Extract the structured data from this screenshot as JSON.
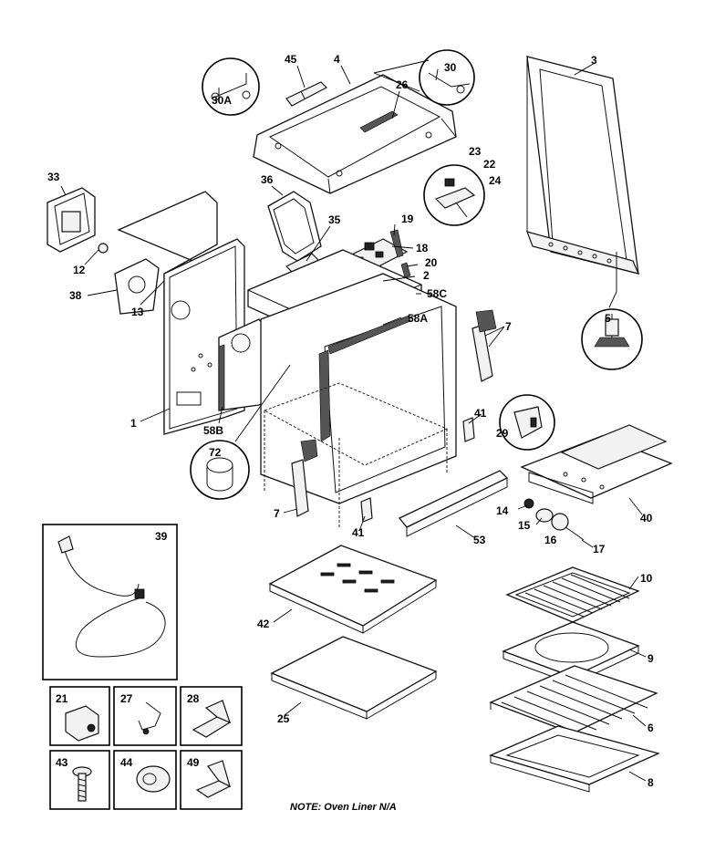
{
  "labels": {
    "p1": "1",
    "p2": "2",
    "p3": "3",
    "p4": "4",
    "p5": "5",
    "p6": "6",
    "p7a": "7",
    "p7b": "7",
    "p8": "8",
    "p9": "9",
    "p10": "10",
    "p12": "12",
    "p13": "13",
    "p14": "14",
    "p15": "15",
    "p16": "16",
    "p17": "17",
    "p18": "18",
    "p19": "19",
    "p20": "20",
    "p21": "21",
    "p22": "22",
    "p23": "23",
    "p24": "24",
    "p25": "25",
    "p26": "26",
    "p27": "27",
    "p28": "28",
    "p29": "29",
    "p30": "30",
    "p30a": "30A",
    "p33": "33",
    "p35": "35",
    "p36": "36",
    "p38": "38",
    "p39": "39",
    "p40": "40",
    "p41a": "41",
    "p41b": "41",
    "p42": "42",
    "p43": "43",
    "p44": "44",
    "p45": "45",
    "p49": "49",
    "p53": "53",
    "p58a": "58A",
    "p58b": "58B",
    "p58c": "58C",
    "p72": "72"
  },
  "note": "NOTE: Oven Liner N/A"
}
